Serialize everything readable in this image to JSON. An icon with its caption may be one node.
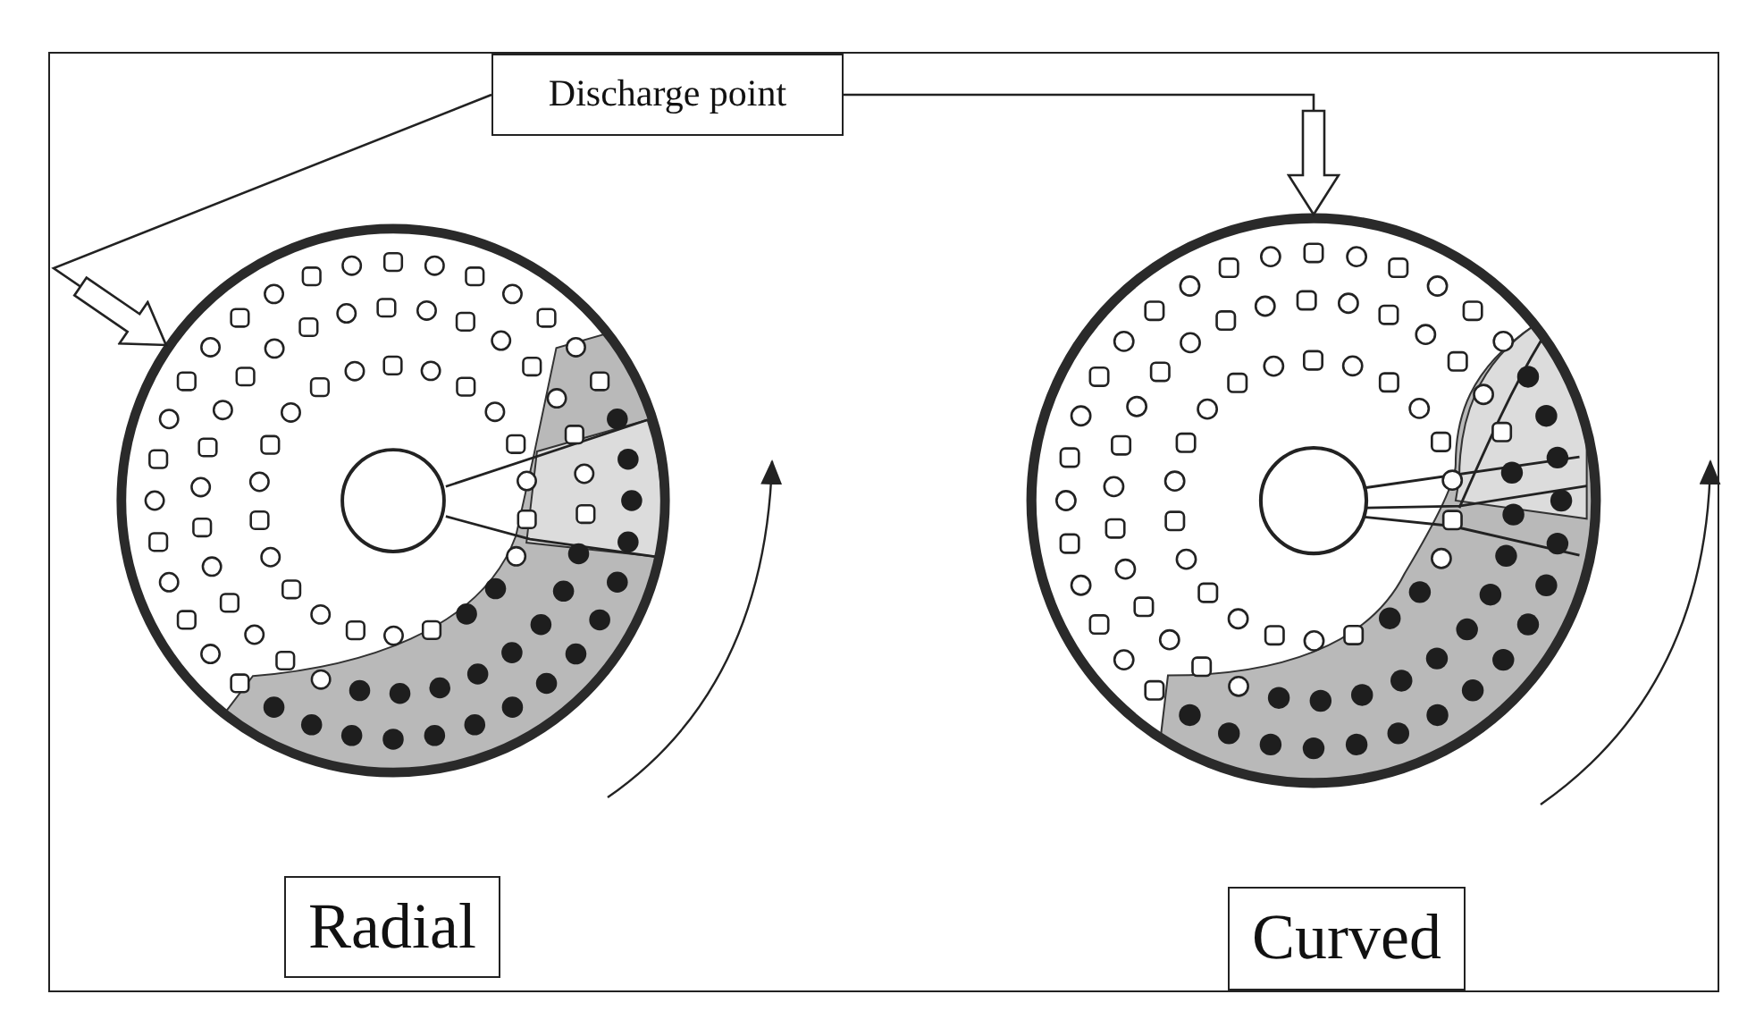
{
  "diagram": {
    "nodes": [
      {
        "text": [
          "Discharge point"
        ]
      },
      {
        "text": [],
        "shape": "picture"
      },
      {
        "text": [],
        "shape": "picture"
      },
      {
        "text": [
          "Radial"
        ]
      },
      {
        "text": [
          "Curved"
        ]
      }
    ],
    "edges": [
      {
        "from": 0,
        "to": 1,
        "arrow": "to"
      },
      {
        "from": 0,
        "to": 2,
        "arrow": "to"
      }
    ]
  }
}
